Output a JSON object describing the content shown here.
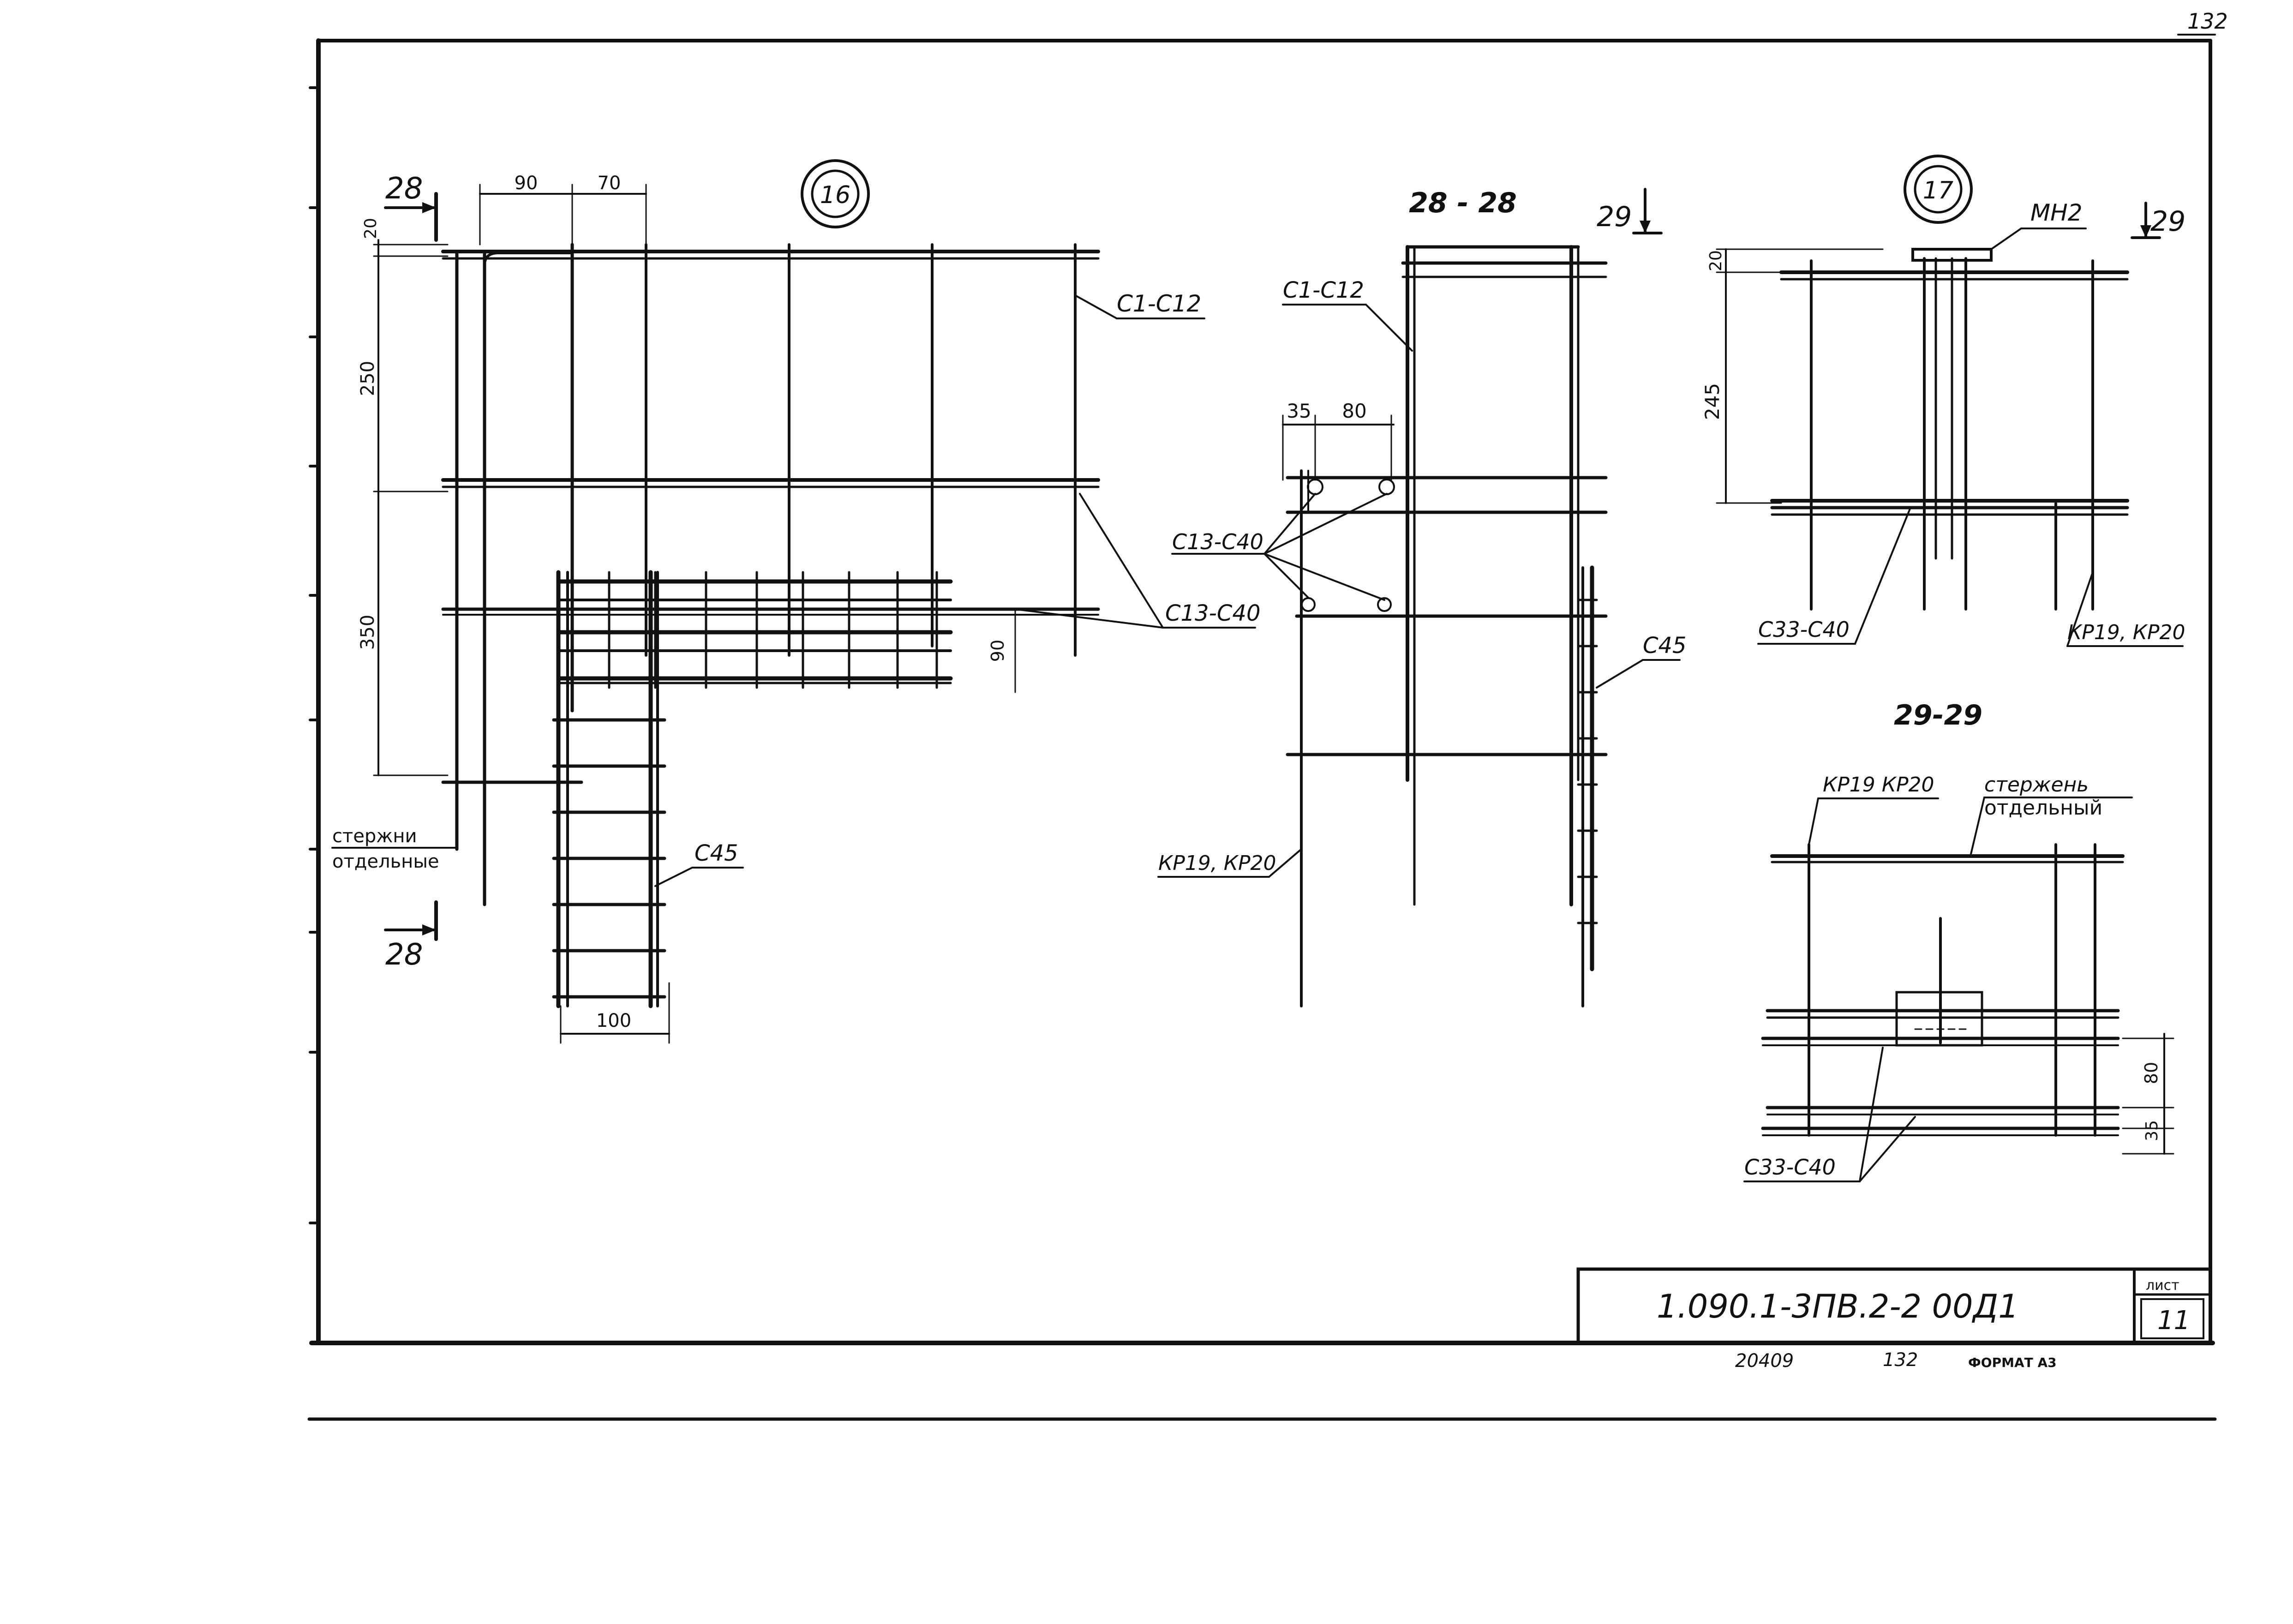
{
  "sheet": {
    "page_mark": "132",
    "stamp_code": "1.090.1-3ПВ.2-2 00Д1",
    "sheet_label": "лист",
    "sheet_number": "11",
    "archive_number": "20409",
    "archive_page": "132",
    "format_label": "ФОРМАТ А3"
  },
  "node16": {
    "title": "16",
    "section_mark": "28",
    "dims": {
      "top_90": "90",
      "top_70": "70",
      "left_20": "20",
      "left_250": "250",
      "left_350": "350",
      "right_90": "90",
      "bottom_100": "100"
    },
    "labels": {
      "c1_c12": "С1-С12",
      "c13_c40": "С13-С40",
      "c45": "С45",
      "rods_line1": "стержни",
      "rods_line2": "отдельные"
    }
  },
  "section2828": {
    "title": "28 - 28",
    "section_mark": "29",
    "dims": {
      "d35": "35",
      "d80": "80"
    },
    "labels": {
      "c1_c12": "С1-С12",
      "c13_c40": "С13-С40",
      "c45": "С45",
      "kr": "КР19, КР20"
    }
  },
  "node17": {
    "title": "17",
    "section_mark": "29",
    "dims": {
      "d20": "20",
      "d245": "245"
    },
    "labels": {
      "mn2": "МН2",
      "c33_c40": "С33-С40",
      "kr": "КР19, КР20"
    }
  },
  "section2929": {
    "title": "29-29",
    "dims": {
      "d80": "80",
      "d35": "35"
    },
    "labels": {
      "kr": "КР19 КР20",
      "rod_line1": "стержень",
      "rod_line2": "отдельный",
      "c33_c40": "С33-С40"
    }
  }
}
